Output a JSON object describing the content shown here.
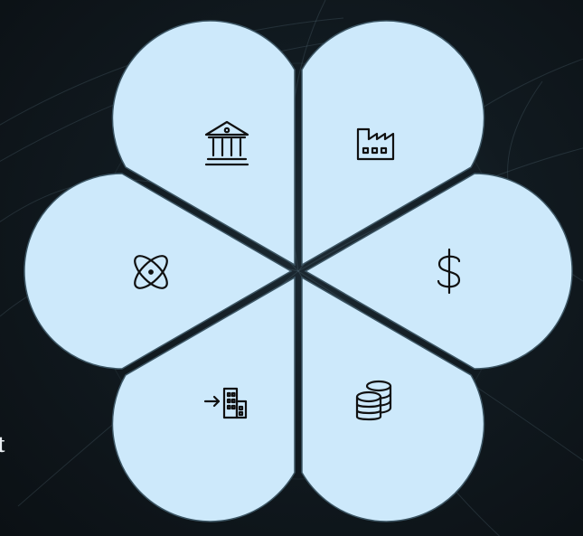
{
  "colors": {
    "background": "#111a20",
    "petal_fill": "#cde9fb",
    "petal_stroke": "#3c5563",
    "icon_stroke": "#111111",
    "text": "#e9eef2"
  },
  "petals": [
    {
      "position": "top-left",
      "icon": "bank-icon"
    },
    {
      "position": "top-right",
      "icon": "factory-icon"
    },
    {
      "position": "right",
      "icon": "dollar-icon"
    },
    {
      "position": "bottom-right",
      "icon": "coins-icon"
    },
    {
      "position": "bottom-left",
      "icon": "move-to-building-icon"
    },
    {
      "position": "left",
      "icon": "atom-icon"
    }
  ],
  "partial_text": "t"
}
